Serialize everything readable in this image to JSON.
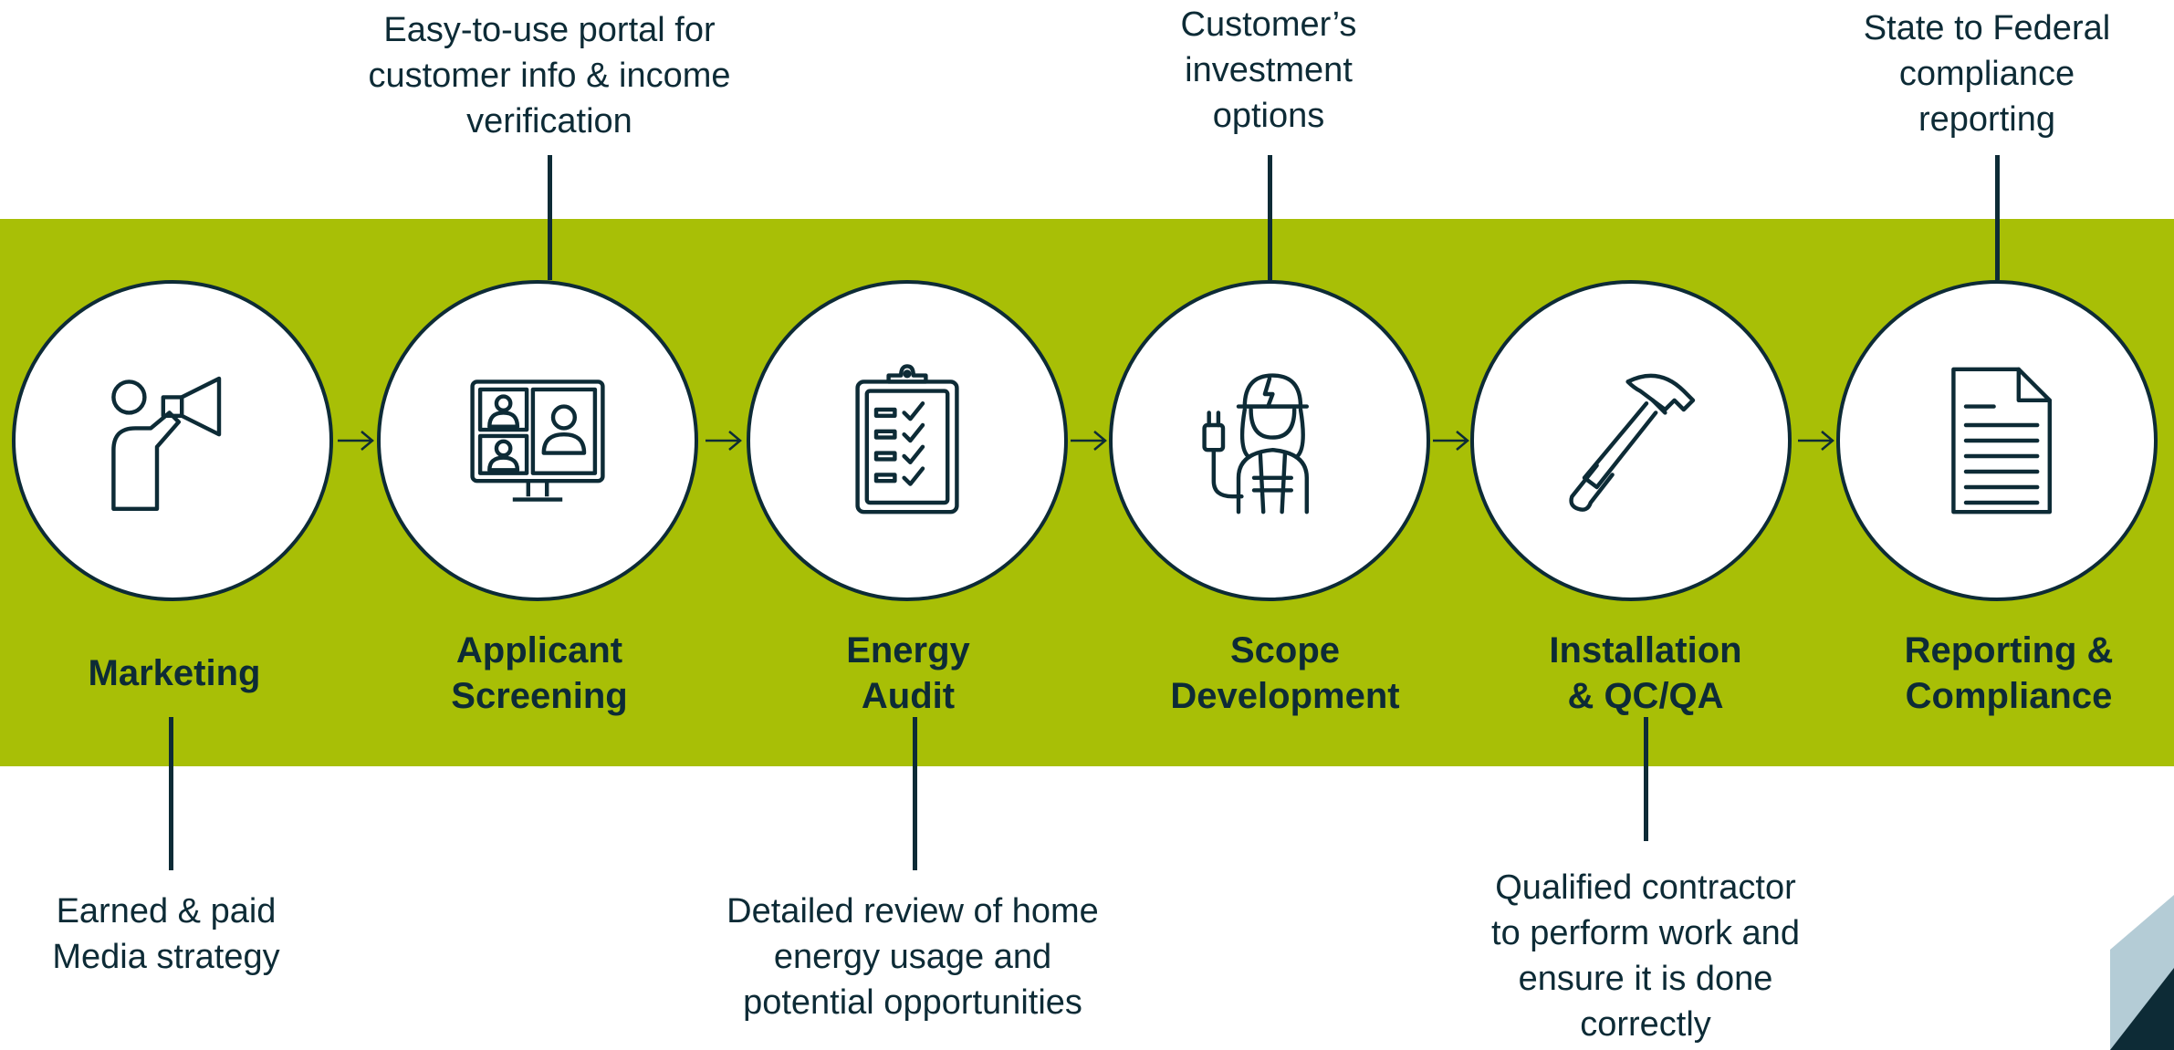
{
  "colors": {
    "band": "#a8bf06",
    "ink": "#0d2b36",
    "accent_light": "#b4ccd6"
  },
  "stages": [
    {
      "label": "Marketing",
      "icon": "megaphone-person-icon"
    },
    {
      "label": "Applicant\nScreening",
      "icon": "video-call-monitor-icon"
    },
    {
      "label": "Energy\nAudit",
      "icon": "clipboard-checklist-icon"
    },
    {
      "label": "Scope\nDevelopment",
      "icon": "electrician-worker-icon"
    },
    {
      "label": "Installation\n& QC/QA",
      "icon": "hammer-icon"
    },
    {
      "label": "Reporting &\nCompliance",
      "icon": "document-icon"
    }
  ],
  "descriptions": {
    "marketing": "Earned & paid\nMedia strategy",
    "applicant_screening": "Easy-to-use portal for\ncustomer info & income\nverification",
    "energy_audit": "Detailed review of home\nenergy usage and\npotential opportunities",
    "scope_development": "Customer’s\ninvestment\noptions",
    "installation": "Qualified contractor\nto perform work and\nensure it is done\ncorrectly",
    "reporting": "State to Federal\ncompliance\nreporting"
  }
}
